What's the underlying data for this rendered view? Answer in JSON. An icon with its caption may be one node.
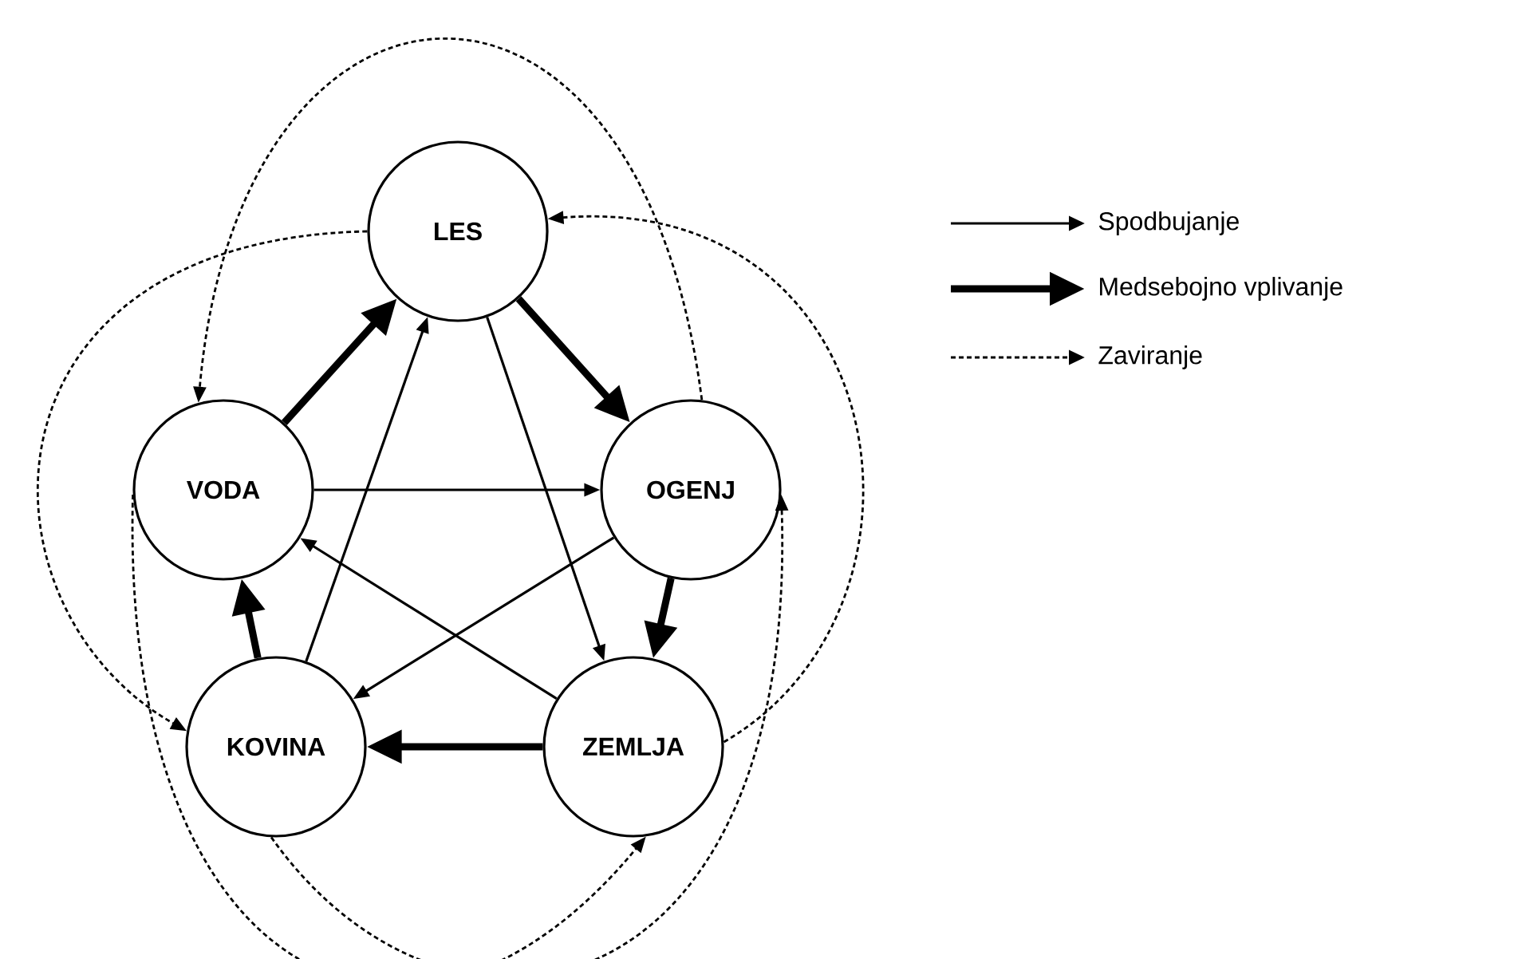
{
  "diagram": {
    "nodes": [
      {
        "text": [
          "LES"
        ]
      },
      {
        "text": [
          "VODA"
        ]
      },
      {
        "text": [
          "OGENJ"
        ]
      },
      {
        "text": [
          "KOVINA"
        ]
      },
      {
        "text": [
          "ZEMLJA"
        ]
      }
    ],
    "edges": [
      {
        "from": 1,
        "to": 0,
        "arrow": "to",
        "style": "thick"
      },
      {
        "from": 0,
        "to": 2,
        "arrow": "to",
        "style": "thick"
      },
      {
        "from": 2,
        "to": 4,
        "arrow": "to",
        "style": "thick"
      },
      {
        "from": 4,
        "to": 3,
        "arrow": "to",
        "style": "thick"
      },
      {
        "from": 3,
        "to": 1,
        "arrow": "to",
        "style": "thick"
      },
      {
        "from": 1,
        "to": 2,
        "arrow": "to"
      },
      {
        "from": 2,
        "to": 3,
        "arrow": "to"
      },
      {
        "from": 3,
        "to": 0,
        "arrow": "to"
      },
      {
        "from": 0,
        "to": 4,
        "arrow": "to"
      },
      {
        "from": 4,
        "to": 1,
        "arrow": "to"
      },
      {
        "from": 2,
        "to": 1,
        "arrow": "to",
        "style": "dashed"
      },
      {
        "from": 0,
        "to": 3,
        "arrow": "to",
        "style": "dashed"
      },
      {
        "from": 3,
        "to": 2,
        "arrow": "to",
        "style": "dashed"
      },
      {
        "from": 1,
        "to": 4,
        "arrow": "to",
        "style": "dashed"
      },
      {
        "from": 4,
        "to": 0,
        "arrow": "to",
        "style": "dashed"
      }
    ],
    "legend": [
      {
        "text": "Spodbujanje"
      },
      {
        "text": "Medsebojno vplivanje"
      },
      {
        "text": "Zaviranje"
      }
    ]
  }
}
